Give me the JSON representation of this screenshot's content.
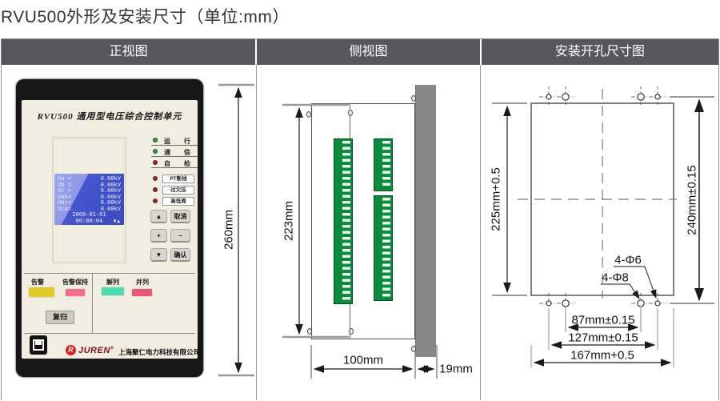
{
  "title": "RVU500外形及安装尺寸（单位:mm）",
  "views": {
    "front": "正视图",
    "side": "侧视图",
    "install": "安装开孔尺寸图"
  },
  "device": {
    "model_title": "RVU500 通用型电压综合控制单元",
    "lcd": {
      "rows": [
        {
          "l": "Ua =",
          "v": "0.00kV"
        },
        {
          "l": "Ub =",
          "v": "0.00kV"
        },
        {
          "l": "Uc =",
          "v": "0.00kV"
        },
        {
          "l": "Uab=",
          "v": "0.00kV"
        },
        {
          "l": "Ubc=",
          "v": "0.00kV"
        },
        {
          "l": "Uca=",
          "v": "0.00kV"
        }
      ],
      "date": "2000-01-01",
      "time": "00:00:04",
      "icons": "▼▲"
    },
    "status_leds": [
      {
        "label": "运行",
        "color": "#1fb02c"
      },
      {
        "label": "通信",
        "color": "#1fb02c"
      },
      {
        "label": "自检",
        "color": "#bd1515"
      }
    ],
    "alarm_leds": [
      {
        "label": "PT断线",
        "color": "#bd1515"
      },
      {
        "label": "过欠压",
        "color": "#bd1515"
      },
      {
        "label": "高低周",
        "color": "#bd1515"
      }
    ],
    "keys": {
      "up": "▲",
      "cancel": "取消",
      "plus": "+",
      "minus": "−",
      "down": "▼",
      "confirm": "确认"
    },
    "reset_key": "复归",
    "indicators": [
      {
        "label": "告警",
        "color": "#decb28"
      },
      {
        "label": "告警保持",
        "color": "#ef6f8d"
      },
      {
        "label": "解列",
        "color": "#4cdcb2"
      },
      {
        "label": "并列",
        "color": "#ec5672"
      }
    ],
    "brand": {
      "logo_monogram": "R",
      "logo_text": "JUREN",
      "reg_mark": "®",
      "company": "上海聚仁电力科技有限公司"
    }
  },
  "dims": {
    "front_height": "260mm",
    "side_height": "223mm",
    "case_depth": "100mm",
    "bezel_depth": "19mm",
    "cutout_height": "225mm+0.5",
    "hole_spacing_v": "240mm±0.15",
    "hole_spacing_h_inner": "87mm±0.15",
    "hole_spacing_h_outer": "127mm±0.15",
    "cutout_width": "167mm+0.5",
    "holes_small": "4-Φ6",
    "holes_large": "4-Φ8"
  },
  "colors": {
    "header_bg": "#54585a",
    "lcd_blue": "#4050c2",
    "lcd_blue_light": "#97a1e8",
    "terminal_green": "#0a8c3c",
    "bezel_gray": "#878787",
    "brand_red": "#d42525"
  }
}
